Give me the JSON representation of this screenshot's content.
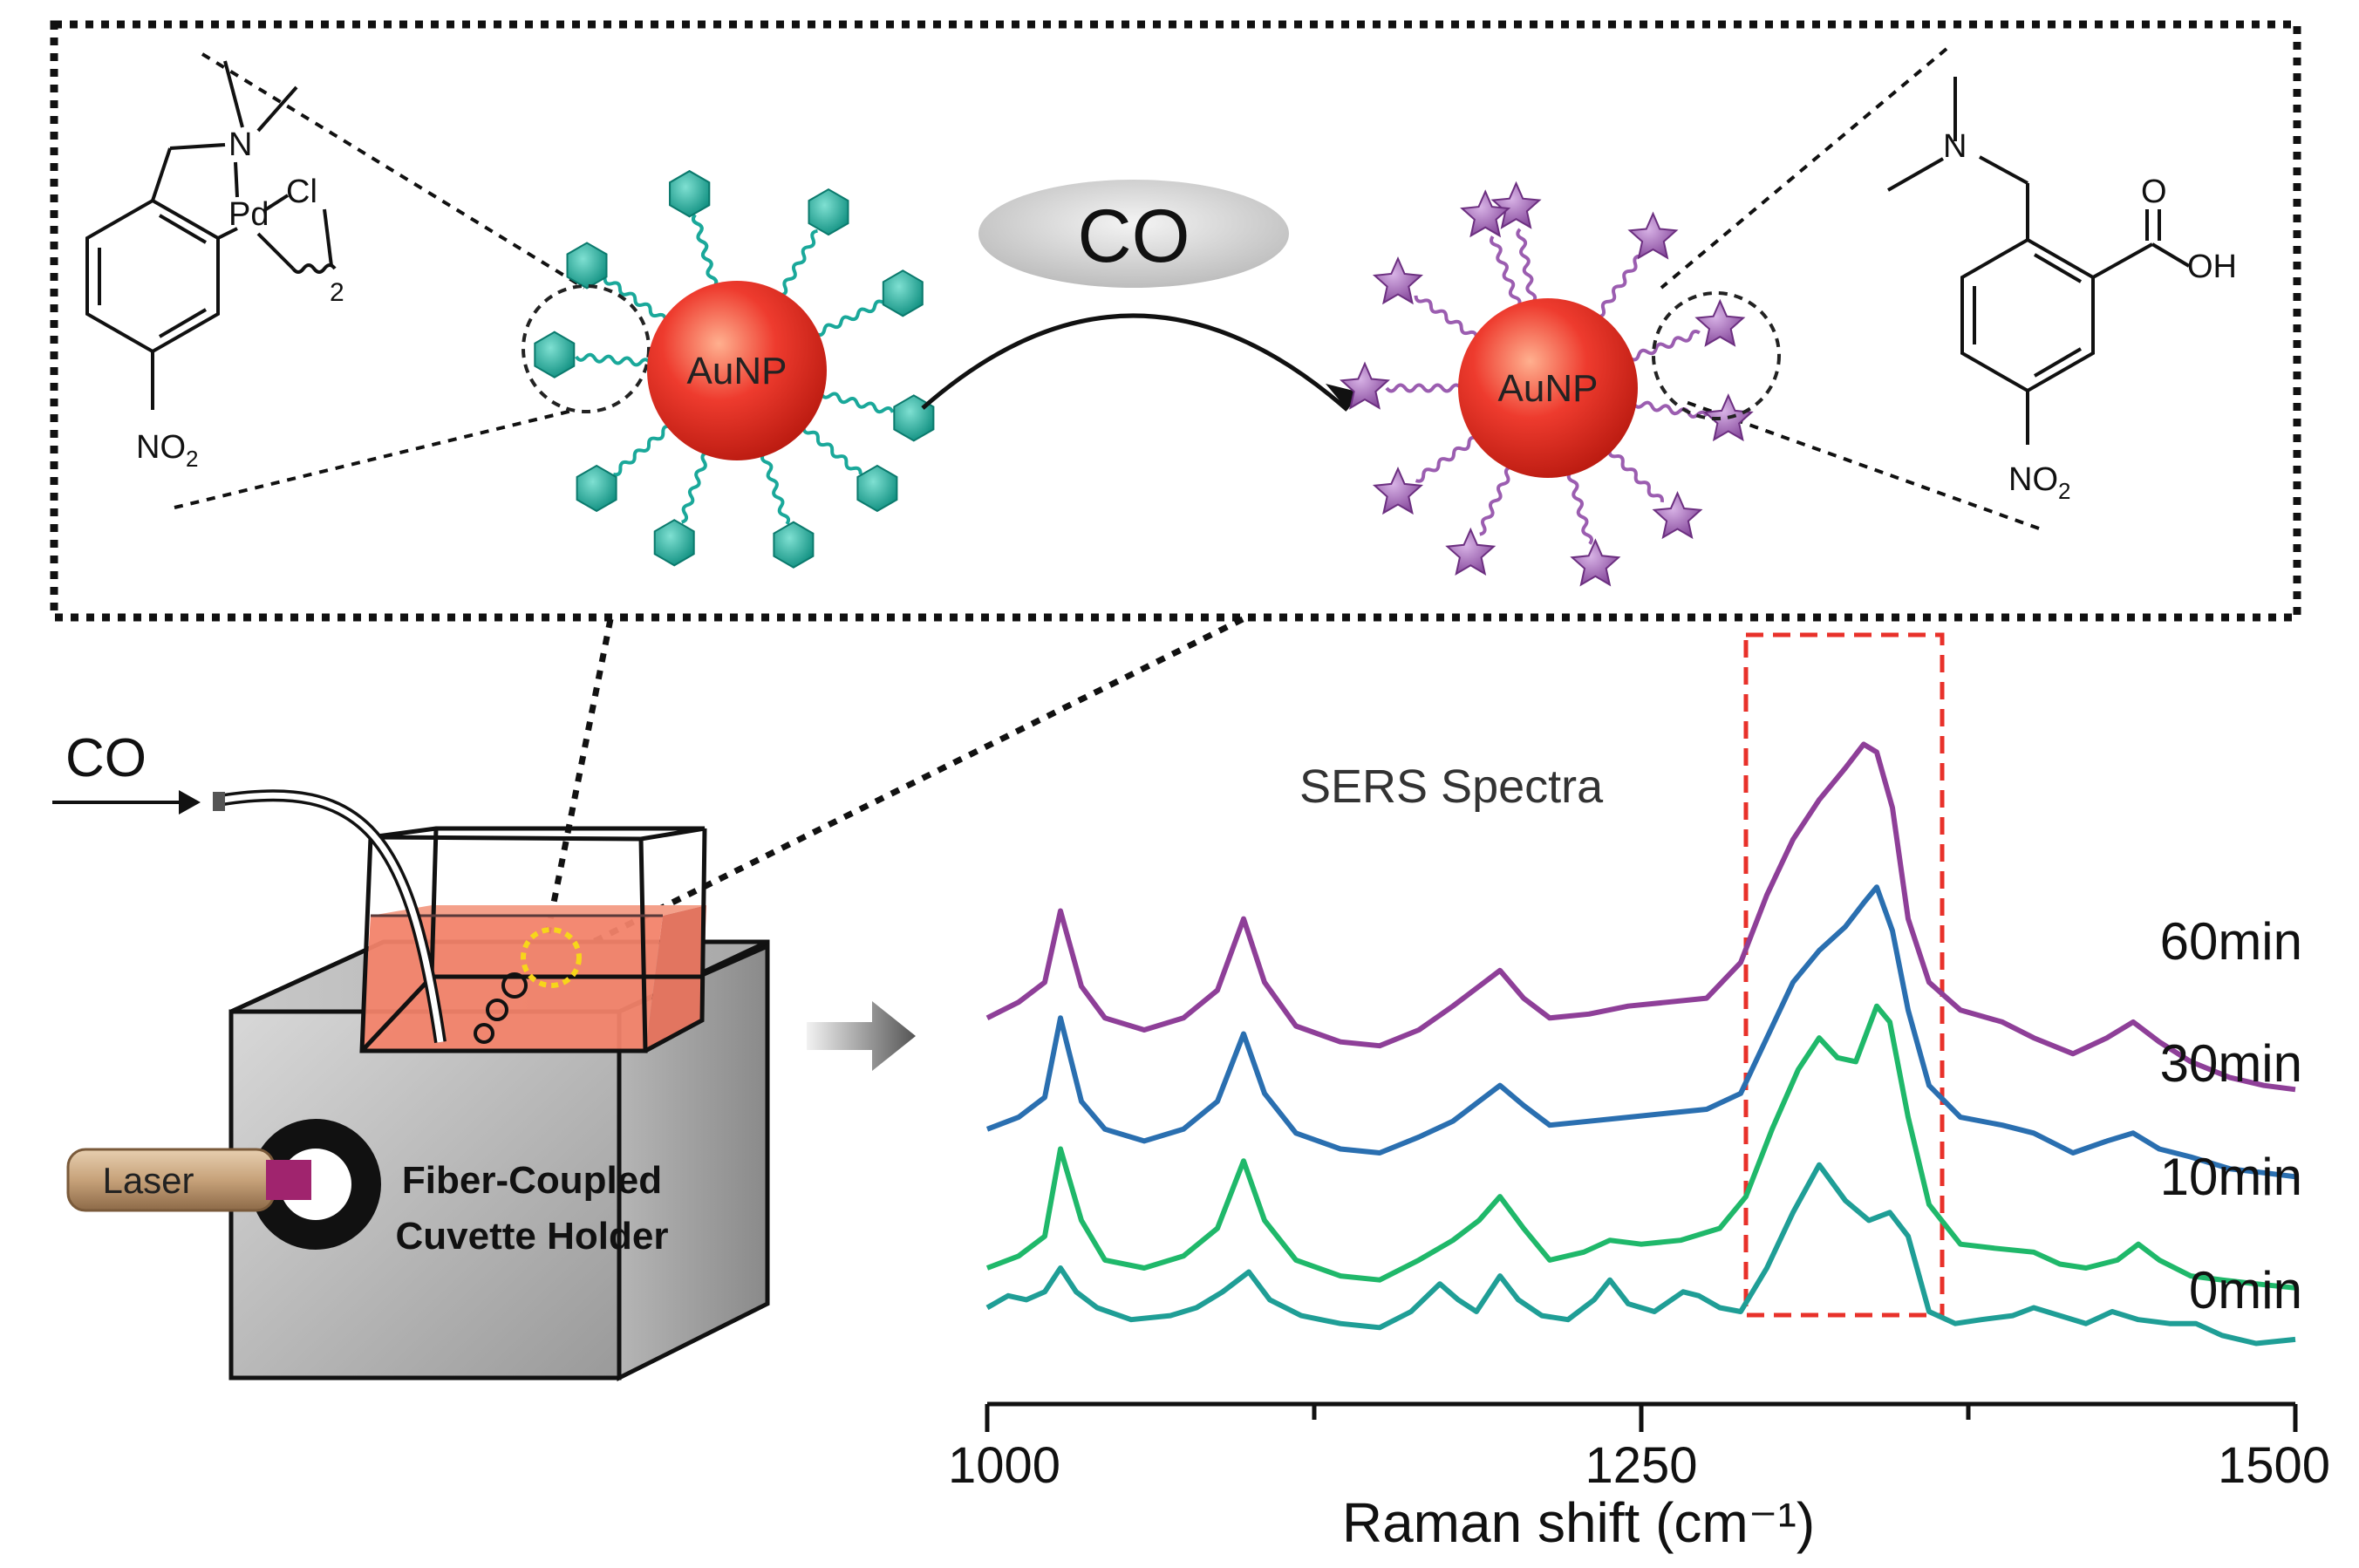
{
  "gas": {
    "reagent_label": "CO",
    "inlet_label": "CO"
  },
  "nanoparticle": {
    "core_label": "AuNP"
  },
  "probe_molecule": {
    "atoms": {
      "N": "N",
      "Pd": "Pd",
      "Cl": "Cl",
      "dimer_index": "2",
      "nitro": "NO",
      "nitro_sub": "2"
    }
  },
  "product_molecule": {
    "atoms": {
      "N": "N",
      "O": "O",
      "OH": "OH",
      "nitro": "NO",
      "nitro_sub": "2"
    }
  },
  "instrument": {
    "laser_label": "Laser",
    "holder_label_line1": "Fiber-Coupled",
    "holder_label_line2": "Cuvette Holder"
  },
  "colors": {
    "probe_teal": "#1aa89a",
    "product_purple": "#9b5db0",
    "au_red": "#ee3b2e",
    "liquid_orange": "#f2836a",
    "highlight_box": "#e8312a",
    "bubble_yellow": "#f7d61a"
  },
  "chart_data": {
    "type": "line",
    "title": "SERS Spectra",
    "xlabel": "Raman shift (cm⁻¹)",
    "ylabel": "",
    "xlim": [
      1000,
      1500
    ],
    "x_ticks": [
      "1000",
      "1250",
      "1500"
    ],
    "highlight_region": [
      1290,
      1365
    ],
    "series": [
      {
        "name": "0min",
        "color": "#1f9e96",
        "points": [
          [
            1000,
            0.1
          ],
          [
            1008,
            0.13
          ],
          [
            1015,
            0.12
          ],
          [
            1022,
            0.14
          ],
          [
            1028,
            0.2
          ],
          [
            1034,
            0.14
          ],
          [
            1042,
            0.1
          ],
          [
            1055,
            0.07
          ],
          [
            1070,
            0.08
          ],
          [
            1080,
            0.1
          ],
          [
            1090,
            0.14
          ],
          [
            1100,
            0.19
          ],
          [
            1108,
            0.12
          ],
          [
            1120,
            0.08
          ],
          [
            1135,
            0.06
          ],
          [
            1150,
            0.05
          ],
          [
            1162,
            0.09
          ],
          [
            1173,
            0.16
          ],
          [
            1180,
            0.12
          ],
          [
            1187,
            0.09
          ],
          [
            1196,
            0.18
          ],
          [
            1203,
            0.12
          ],
          [
            1212,
            0.08
          ],
          [
            1222,
            0.07
          ],
          [
            1232,
            0.12
          ],
          [
            1238,
            0.17
          ],
          [
            1245,
            0.11
          ],
          [
            1255,
            0.09
          ],
          [
            1266,
            0.14
          ],
          [
            1272,
            0.13
          ],
          [
            1280,
            0.1
          ],
          [
            1288,
            0.09
          ],
          [
            1298,
            0.2
          ],
          [
            1308,
            0.34
          ],
          [
            1318,
            0.46
          ],
          [
            1328,
            0.37
          ],
          [
            1337,
            0.32
          ],
          [
            1345,
            0.34
          ],
          [
            1352,
            0.28
          ],
          [
            1360,
            0.09
          ],
          [
            1370,
            0.06
          ],
          [
            1380,
            0.07
          ],
          [
            1392,
            0.08
          ],
          [
            1400,
            0.1
          ],
          [
            1410,
            0.08
          ],
          [
            1420,
            0.06
          ],
          [
            1430,
            0.09
          ],
          [
            1440,
            0.07
          ],
          [
            1452,
            0.06
          ],
          [
            1462,
            0.06
          ],
          [
            1472,
            0.03
          ],
          [
            1485,
            0.01
          ],
          [
            1500,
            0.02
          ]
        ]
      },
      {
        "name": "10min",
        "color": "#1fb86a",
        "points": [
          [
            1000,
            0.2
          ],
          [
            1012,
            0.23
          ],
          [
            1022,
            0.28
          ],
          [
            1028,
            0.5
          ],
          [
            1036,
            0.32
          ],
          [
            1045,
            0.22
          ],
          [
            1060,
            0.2
          ],
          [
            1075,
            0.23
          ],
          [
            1088,
            0.3
          ],
          [
            1098,
            0.47
          ],
          [
            1106,
            0.32
          ],
          [
            1118,
            0.22
          ],
          [
            1135,
            0.18
          ],
          [
            1150,
            0.17
          ],
          [
            1165,
            0.22
          ],
          [
            1178,
            0.27
          ],
          [
            1188,
            0.32
          ],
          [
            1196,
            0.38
          ],
          [
            1205,
            0.3
          ],
          [
            1215,
            0.22
          ],
          [
            1228,
            0.24
          ],
          [
            1238,
            0.27
          ],
          [
            1250,
            0.26
          ],
          [
            1265,
            0.27
          ],
          [
            1280,
            0.3
          ],
          [
            1290,
            0.38
          ],
          [
            1300,
            0.55
          ],
          [
            1310,
            0.7
          ],
          [
            1318,
            0.78
          ],
          [
            1325,
            0.73
          ],
          [
            1332,
            0.72
          ],
          [
            1340,
            0.86
          ],
          [
            1345,
            0.82
          ],
          [
            1352,
            0.58
          ],
          [
            1360,
            0.36
          ],
          [
            1372,
            0.26
          ],
          [
            1385,
            0.25
          ],
          [
            1400,
            0.24
          ],
          [
            1410,
            0.21
          ],
          [
            1420,
            0.2
          ],
          [
            1432,
            0.22
          ],
          [
            1440,
            0.26
          ],
          [
            1448,
            0.22
          ],
          [
            1460,
            0.18
          ],
          [
            1472,
            0.17
          ],
          [
            1485,
            0.16
          ],
          [
            1500,
            0.15
          ]
        ]
      },
      {
        "name": "30min",
        "color": "#2a6fb0",
        "points": [
          [
            1000,
            0.55
          ],
          [
            1012,
            0.58
          ],
          [
            1022,
            0.63
          ],
          [
            1028,
            0.83
          ],
          [
            1036,
            0.62
          ],
          [
            1045,
            0.55
          ],
          [
            1060,
            0.52
          ],
          [
            1075,
            0.55
          ],
          [
            1088,
            0.62
          ],
          [
            1098,
            0.79
          ],
          [
            1106,
            0.64
          ],
          [
            1118,
            0.54
          ],
          [
            1135,
            0.5
          ],
          [
            1150,
            0.49
          ],
          [
            1165,
            0.53
          ],
          [
            1178,
            0.57
          ],
          [
            1188,
            0.62
          ],
          [
            1196,
            0.66
          ],
          [
            1205,
            0.61
          ],
          [
            1215,
            0.56
          ],
          [
            1230,
            0.57
          ],
          [
            1245,
            0.58
          ],
          [
            1260,
            0.59
          ],
          [
            1275,
            0.6
          ],
          [
            1288,
            0.64
          ],
          [
            1298,
            0.78
          ],
          [
            1308,
            0.92
          ],
          [
            1318,
            1.0
          ],
          [
            1328,
            1.06
          ],
          [
            1335,
            1.12
          ],
          [
            1340,
            1.16
          ],
          [
            1346,
            1.05
          ],
          [
            1352,
            0.85
          ],
          [
            1360,
            0.66
          ],
          [
            1372,
            0.58
          ],
          [
            1388,
            0.56
          ],
          [
            1400,
            0.54
          ],
          [
            1415,
            0.49
          ],
          [
            1428,
            0.52
          ],
          [
            1438,
            0.54
          ],
          [
            1448,
            0.5
          ],
          [
            1460,
            0.48
          ],
          [
            1475,
            0.45
          ],
          [
            1488,
            0.44
          ],
          [
            1500,
            0.43
          ]
        ]
      },
      {
        "name": "60min",
        "color": "#8e3f98",
        "points": [
          [
            1000,
            0.83
          ],
          [
            1012,
            0.87
          ],
          [
            1022,
            0.92
          ],
          [
            1028,
            1.1
          ],
          [
            1036,
            0.91
          ],
          [
            1045,
            0.83
          ],
          [
            1060,
            0.8
          ],
          [
            1075,
            0.83
          ],
          [
            1088,
            0.9
          ],
          [
            1098,
            1.08
          ],
          [
            1106,
            0.92
          ],
          [
            1118,
            0.81
          ],
          [
            1135,
            0.77
          ],
          [
            1150,
            0.76
          ],
          [
            1165,
            0.8
          ],
          [
            1178,
            0.86
          ],
          [
            1188,
            0.91
          ],
          [
            1196,
            0.95
          ],
          [
            1205,
            0.88
          ],
          [
            1215,
            0.83
          ],
          [
            1230,
            0.84
          ],
          [
            1245,
            0.86
          ],
          [
            1260,
            0.87
          ],
          [
            1275,
            0.88
          ],
          [
            1288,
            0.97
          ],
          [
            1298,
            1.14
          ],
          [
            1308,
            1.28
          ],
          [
            1318,
            1.38
          ],
          [
            1328,
            1.46
          ],
          [
            1335,
            1.52
          ],
          [
            1340,
            1.5
          ],
          [
            1346,
            1.36
          ],
          [
            1352,
            1.08
          ],
          [
            1360,
            0.92
          ],
          [
            1372,
            0.85
          ],
          [
            1388,
            0.82
          ],
          [
            1400,
            0.78
          ],
          [
            1415,
            0.74
          ],
          [
            1428,
            0.78
          ],
          [
            1438,
            0.82
          ],
          [
            1448,
            0.77
          ],
          [
            1460,
            0.72
          ],
          [
            1475,
            0.68
          ],
          [
            1488,
            0.66
          ],
          [
            1500,
            0.65
          ]
        ]
      }
    ]
  }
}
